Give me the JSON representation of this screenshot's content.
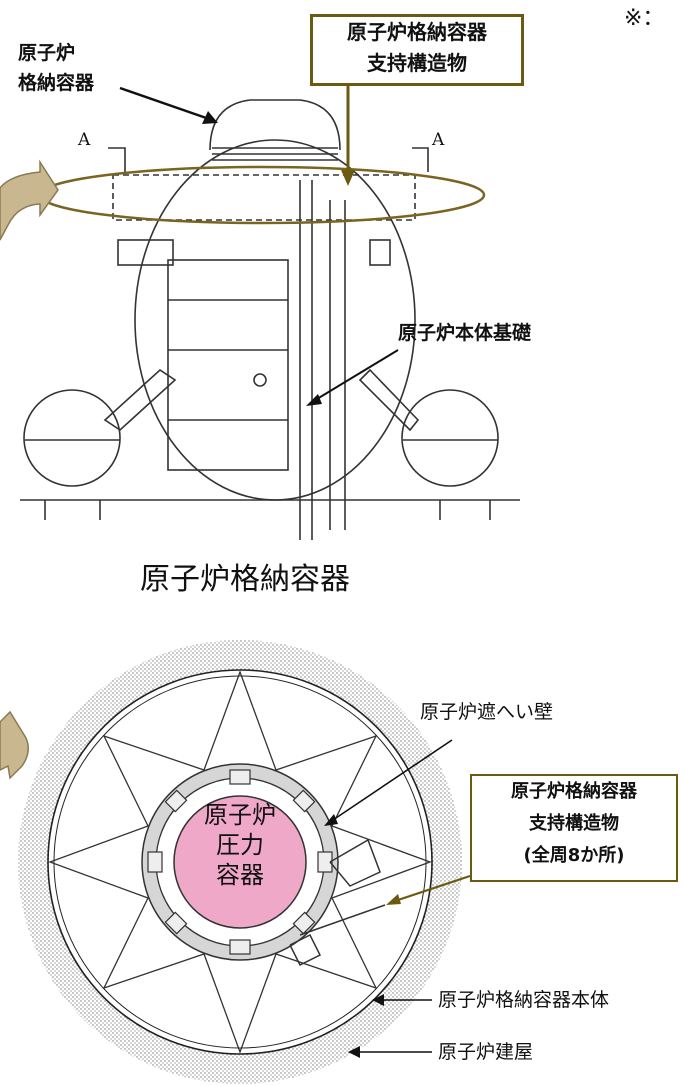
{
  "corner_mark": "※：",
  "elevation": {
    "label_containment_line1": "原子炉",
    "label_containment_line2": "格納容器",
    "section_mark_left": "A",
    "section_mark_right": "A",
    "support_box_line1": "原子炉格納容器",
    "support_box_line2": "支持構造物",
    "foundation_label": "原子炉本体基礎",
    "caption": "原子炉格納容器"
  },
  "plan": {
    "shield_wall_label": "原子炉遮へい壁",
    "rpv_line1": "原子炉",
    "rpv_line2": "圧力",
    "rpv_line3": "容器",
    "support_box_line1": "原子炉格納容器",
    "support_box_line2": "支持構造物",
    "support_box_line3": "(全周8か所)",
    "pcv_body_label": "原子炉格納容器本体",
    "building_label": "原子炉建屋"
  },
  "colors": {
    "box_border": "#6b5a12",
    "ellipse": "#7a6420",
    "arrow_fill": "#c9b78f",
    "rpv_fill": "#f0a8c8"
  }
}
